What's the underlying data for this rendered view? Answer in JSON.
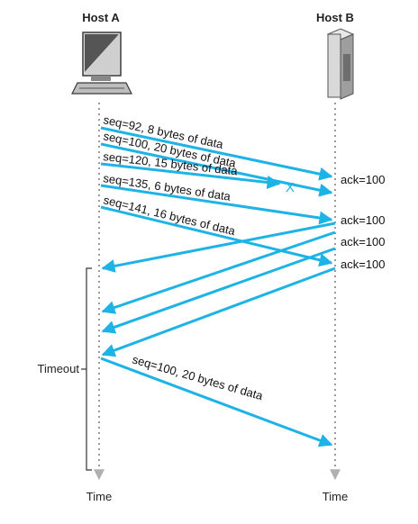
{
  "hosts": {
    "a": "Host A",
    "b": "Host B"
  },
  "time_labels": {
    "a": "Time",
    "b": "Time"
  },
  "timeout_label": "Timeout",
  "segments": [
    "seq=92,  8 bytes of data",
    "seq=100,  20 bytes of data",
    "seq=120,  15 bytes of data",
    "seq=135,  6 bytes of data",
    "seq=141,  16 bytes of data"
  ],
  "lost_marker": "X",
  "acks": [
    "ack=100",
    "ack=100",
    "ack=100",
    "ack=100"
  ],
  "retransmission": "seq=100,  20 bytes of data",
  "colors": {
    "arrow": "#1eb3e6",
    "timeline": "#9a9a9a",
    "text": "#111111"
  }
}
